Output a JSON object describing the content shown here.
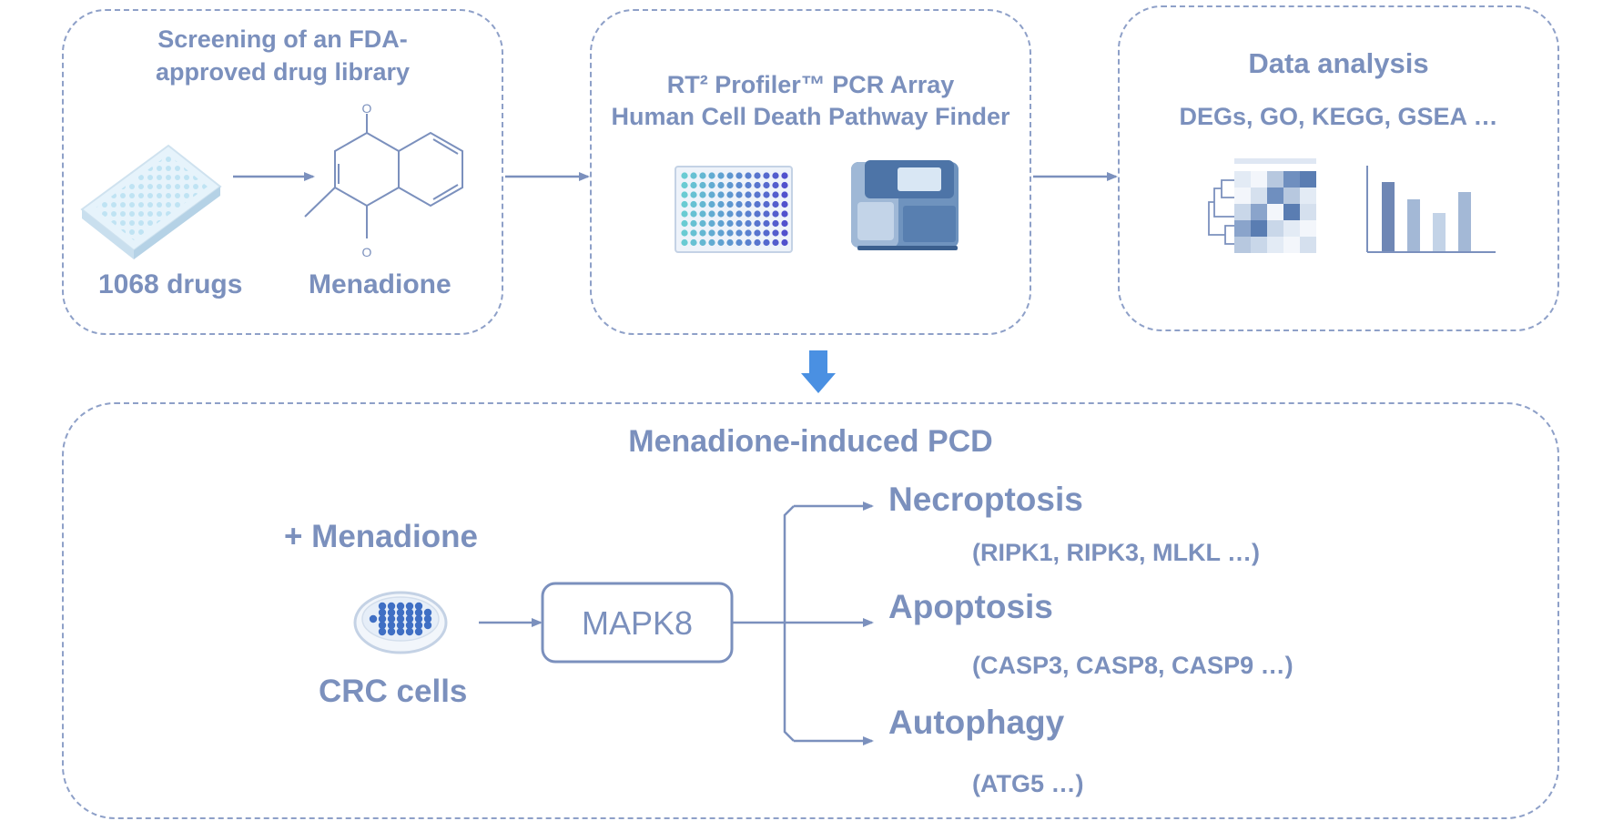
{
  "screening": {
    "title_line1": "Screening of an FDA-",
    "title_line2": "approved drug library",
    "drugs_label": "1068 drugs",
    "compound_label": "Menadione"
  },
  "pcr": {
    "title_line1": "RT² Profiler™ PCR Array",
    "title_line2": "Human Cell Death Pathway Finder"
  },
  "analysis": {
    "title": "Data analysis",
    "methods": "DEGs, GO, KEGG, GSEA …"
  },
  "pcd": {
    "title": "Menadione-induced PCD",
    "treatment": "+ Menadione",
    "cells": "CRC cells",
    "node": "MAPK8",
    "branches": [
      {
        "name": "Necroptosis",
        "genes": "(RIPK1, RIPK3, MLKL …)"
      },
      {
        "name": "Apoptosis",
        "genes": "(CASP3,  CASP8,  CASP9  …)"
      },
      {
        "name": "Autophagy",
        "genes": "(ATG5 …)"
      }
    ]
  },
  "colors": {
    "text": "#7b90bd",
    "dashed_border": "#8ea0c8",
    "down_arrow": "#4a90e2"
  }
}
